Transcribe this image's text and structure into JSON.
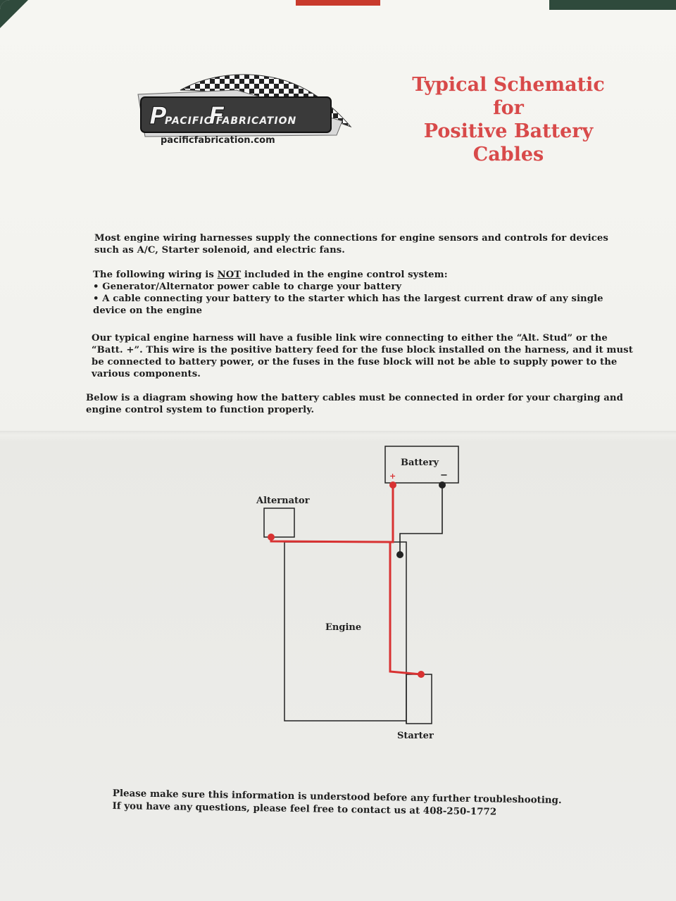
{
  "header": {
    "logo_text": "PACIFIC FABRICATION",
    "logo_url": "pacificfabrication.com",
    "title_lines": [
      "Typical Schematic",
      "for",
      "Positive Battery",
      "Cables"
    ],
    "title_color": "#d84a4a"
  },
  "body": {
    "p1": "Most engine wiring harnesses supply the connections for engine sensors and controls for devices such as A/C, Starter solenoid, and electric fans.",
    "p2_prefix": "The following wiring is ",
    "p2_emph": "NOT",
    "p2_suffix": " included in the engine control system:",
    "bullets": [
      "• Generator/Alternator power cable to charge your battery",
      "• A cable connecting your battery to the starter which has the largest current draw of any single device on the engine"
    ],
    "p3": "Our typical engine harness will have a fusible link wire connecting to either the “Alt. Stud” or the “Batt. +”. This wire is the positive battery feed for the fuse block installed on the harness, and it must be connected to battery power, or the fuses in the fuse block will not be able to supply power to the various components.",
    "p4": "Below is a diagram showing how the battery cables must be connected in order for your charging and engine control system to function properly."
  },
  "diagram": {
    "battery": "Battery",
    "plus": "+",
    "minus": "−",
    "alternator": "Alternator",
    "engine": "Engine",
    "starter": "Starter",
    "positive_wire_color": "#d83232",
    "ground_wire_color": "#222222"
  },
  "footer": {
    "line1": "Please make sure this information is understood before any further troubleshooting.",
    "line2": "If you have any questions, please feel free to contact us at 408-250-1772"
  }
}
